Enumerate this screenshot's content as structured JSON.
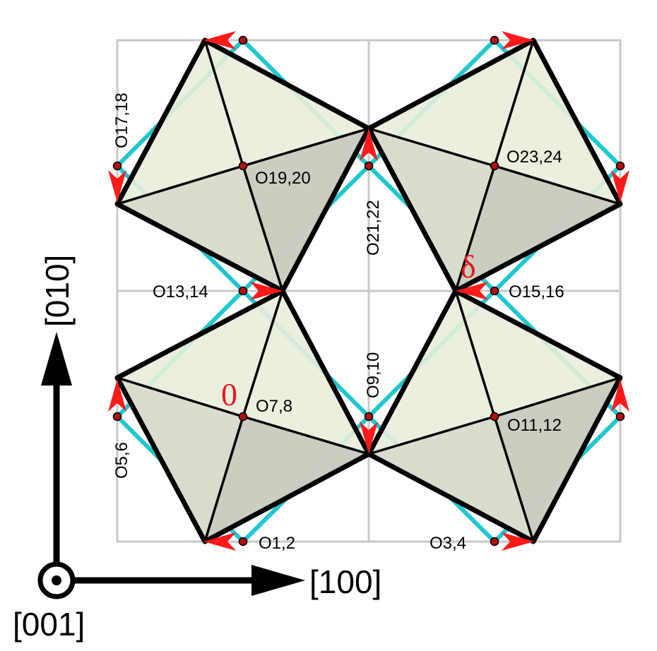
{
  "site_labels": {
    "o1_2": "O1,2",
    "o3_4": "O3,4",
    "o5_6": "O5,6",
    "o7_8": "O7,8",
    "o9_10": "O9,10",
    "o11_12": "O11,12",
    "o13_14": "O13,14",
    "o15_16": "O15,16",
    "o17_18": "O17,18",
    "o19_20": "O19,20",
    "o21_22": "O21,22",
    "o23_24": "O23,24"
  },
  "phase_labels": {
    "zero": "0",
    "delta": "δ"
  },
  "axes": {
    "x": "[100]",
    "y": "[010]",
    "z": "[001]"
  },
  "colors": {
    "grid": "#c8c8c8",
    "undistorted_frame": "#1fc7cf",
    "octahedron_light": "#e8edda",
    "octahedron_shade": "#c6c9bd",
    "edge": "#000000",
    "displacement_arrow": "#ff1a1a",
    "oxygen_site": "#b01010",
    "phase_label": "#e8161b"
  }
}
